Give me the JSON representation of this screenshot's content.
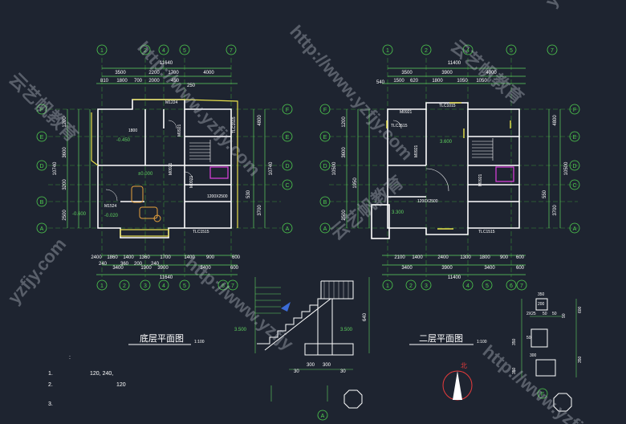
{
  "colors": {
    "background": "#1e2430",
    "wall": "#ffffff",
    "dim": "#5fd35f",
    "axis": "#4fd04f",
    "yellow": "#e8e04a",
    "magenta": "#e040e0",
    "orange": "#e8a23c",
    "watermark": "#c9cdd6"
  },
  "plans": [
    {
      "title": "底层平面图",
      "scale": "1:100",
      "overall_width": "11640",
      "top_dims_row1": [
        "3500",
        "2200",
        "1700",
        "4000"
      ],
      "top_dims_row2": [
        "810",
        "1800",
        "700",
        "2000",
        "450",
        "250"
      ],
      "bottom_dims_row1": [
        "2400",
        "1860",
        "1400",
        "1360",
        "1700",
        "1400",
        "900",
        "600"
      ],
      "bottom_dims_row2": [
        "3400",
        "1900",
        "3900",
        "3400",
        "600"
      ],
      "bottom_small": [
        "240",
        "360",
        "200",
        "240"
      ],
      "left_dims": [
        "1200",
        "3600",
        "3200",
        "2500",
        "10740"
      ],
      "right_dims": [
        "4800",
        "10740",
        "3700",
        "530"
      ],
      "axis_columns": [
        "1",
        "2",
        "4",
        "5",
        "7"
      ],
      "axis_columns_bottom": [
        "1",
        "2",
        "3",
        "4",
        "5",
        "6",
        "7"
      ],
      "axis_rows": [
        "F",
        "E",
        "D",
        "C",
        "B",
        "A"
      ],
      "rooms_labels": [
        "M1224",
        "M0921",
        "M0921",
        "M0921",
        "TLC1515",
        "TLC1515",
        "M1524",
        "1200X2500"
      ],
      "elevations": [
        "-0.450",
        "±0.000",
        "-0.600",
        "-0.020"
      ],
      "marks": [
        "1800"
      ]
    },
    {
      "title": "二层平面图",
      "scale": "1:100",
      "overall_width": "11400",
      "top_dims_row1": [
        "3500",
        "3900",
        "4000"
      ],
      "top_dims_row2": [
        "540",
        "1500",
        "620",
        "1800",
        "1050",
        "1050"
      ],
      "bottom_dims_row1": [
        "2100",
        "1400",
        "2400",
        "1300",
        "1800",
        "900",
        "600"
      ],
      "bottom_dims_row2": [
        "3400",
        "3900",
        "3400",
        "600"
      ],
      "left_dims": [
        "1200",
        "3600",
        "1950",
        "2500",
        "10500"
      ],
      "right_dims": [
        "4800",
        "10500",
        "3700",
        "550"
      ],
      "axis_columns": [
        "1",
        "2",
        "4",
        "5",
        "7"
      ],
      "axis_columns_bottom": [
        "1",
        "2",
        "3",
        "4",
        "5",
        "6",
        "7"
      ],
      "axis_rows": [
        "F",
        "E",
        "D",
        "C",
        "B",
        "A"
      ],
      "rooms_labels": [
        "M0921",
        "TLC1015",
        "TLC1515",
        "M0921",
        "M0921",
        "1200X2500",
        "TLC1515"
      ],
      "elevations": [
        "3.600",
        "3.300"
      ]
    }
  ],
  "section": {
    "dims": [
      "3.500",
      "3.500",
      "300",
      "300",
      "30",
      "30",
      "640"
    ],
    "axis": "A"
  },
  "detail": {
    "dims": [
      "350",
      "200",
      "2X25",
      "50",
      "50",
      "90",
      "50",
      "300",
      "350",
      "350",
      "600",
      "350"
    ],
    "axis": "F"
  },
  "notes": {
    "lead": ":",
    "items": [
      {
        "num": "1.",
        "text": "120,        240,"
      },
      {
        "num": "2.",
        "text": "120"
      },
      {
        "num": "3.",
        "text": ""
      }
    ]
  },
  "north": "北",
  "watermarks": [
    "http://www.yzfjy.com",
    "云艺帆教育",
    "yzfjy.com",
    "http://www.yzfjy",
    "云艺帆教育"
  ]
}
